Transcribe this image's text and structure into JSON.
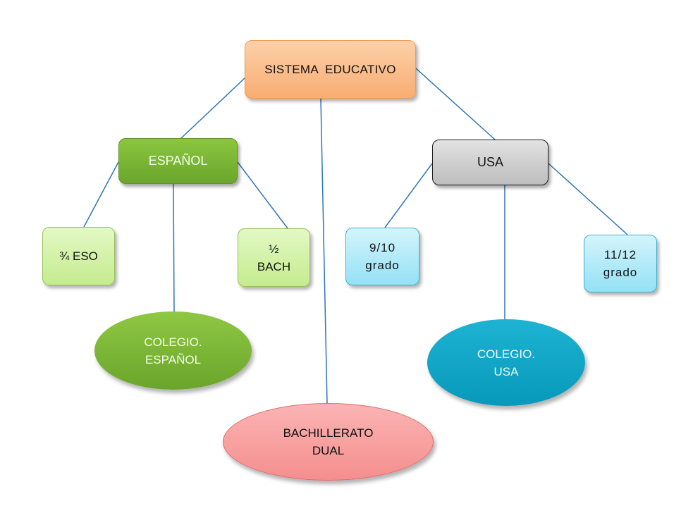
{
  "diagram": {
    "type": "concept-map",
    "connector_color": "#2e75b6",
    "nodes": {
      "root": {
        "lines": [
          "SISTEMA  EDUCATIVO"
        ],
        "color": "#f8ad72"
      },
      "espanol": {
        "lines": [
          "ESPAÑOL"
        ],
        "color": "#7ab534"
      },
      "usa": {
        "lines": [
          "USA"
        ],
        "color": "#cfcfcf"
      },
      "eso": {
        "lines": [
          "¾ ESO"
        ],
        "color": "#d4f2a8"
      },
      "bach": {
        "lines": [
          "½",
          "BACH"
        ],
        "color": "#d4f2a8"
      },
      "grado_9_10": {
        "lines": [
          "9/10",
          "grado"
        ],
        "color": "#b4ebf8"
      },
      "grado_11_12": {
        "lines": [
          "11/12",
          "grado"
        ],
        "color": "#b4ebf8"
      },
      "colegio_espanol": {
        "lines": [
          "COLEGIO.",
          "ESPAÑOL"
        ],
        "color": "#7cb637"
      },
      "colegio_usa": {
        "lines": [
          "COLEGIO.",
          "USA"
        ],
        "color": "#0ea6c6"
      },
      "bachillerato_dual": {
        "lines": [
          "BACHILLERATO",
          "DUAL"
        ],
        "color": "#f8a0a0"
      }
    },
    "edges": [
      [
        "root",
        "espanol"
      ],
      [
        "root",
        "usa"
      ],
      [
        "root",
        "bachillerato_dual"
      ],
      [
        "espanol",
        "eso"
      ],
      [
        "espanol",
        "bach"
      ],
      [
        "espanol",
        "colegio_espanol"
      ],
      [
        "usa",
        "grado_9_10"
      ],
      [
        "usa",
        "grado_11_12"
      ],
      [
        "usa",
        "colegio_usa"
      ]
    ]
  }
}
